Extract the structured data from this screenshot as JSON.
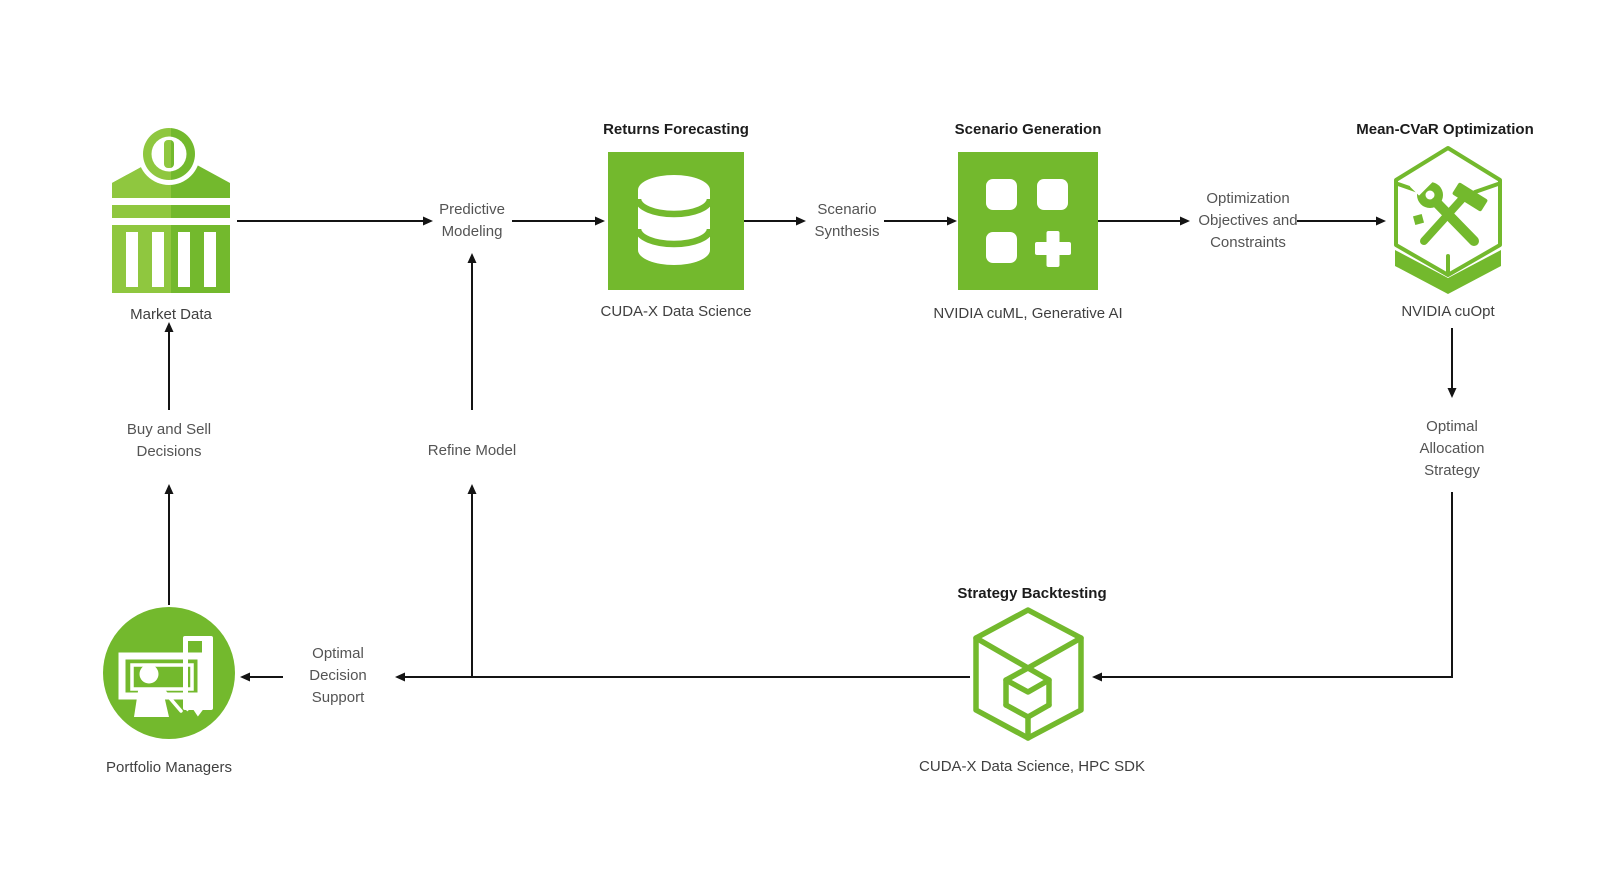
{
  "palette": {
    "green": "#73B92D",
    "green_light": "#8FC73F",
    "ink": "#141414",
    "title_color": "#1c1c1c",
    "label_color": "#3f3f3f",
    "flow_label_color": "#545454",
    "background": "#ffffff"
  },
  "nodes": {
    "market_data": {
      "label": "Market Data",
      "icon": "bank-icon"
    },
    "returns_forecasting": {
      "title": "Returns Forecasting",
      "sublabel": "CUDA-X Data Science",
      "icon": "database-icon"
    },
    "scenario_generation": {
      "title": "Scenario Generation",
      "sublabel": "NVIDIA cuML, Generative AI",
      "icon": "grid-plus-icon"
    },
    "mean_cvar_optimization": {
      "title": "Mean-CVaR Optimization",
      "sublabel": "NVIDIA cuOpt",
      "icon": "toolbox-hexagon-icon"
    },
    "strategy_backtesting": {
      "title": "Strategy Backtesting",
      "sublabel": "CUDA-X Data Science, HPC SDK",
      "icon": "cube-icon"
    },
    "portfolio_managers": {
      "label": "Portfolio Managers",
      "icon": "presenter-icon"
    }
  },
  "flow_labels": {
    "predictive_modeling": "Predictive\nModeling",
    "scenario_synthesis": "Scenario\nSynthesis",
    "optimization_objectives": "Optimization\nObjectives and\nConstraints",
    "optimal_allocation": "Optimal\nAllocation\nStrategy",
    "optimal_decision_support": "Optimal\nDecision\nSupport",
    "buy_and_sell": "Buy and Sell\nDecisions",
    "refine_model": "Refine Model"
  }
}
